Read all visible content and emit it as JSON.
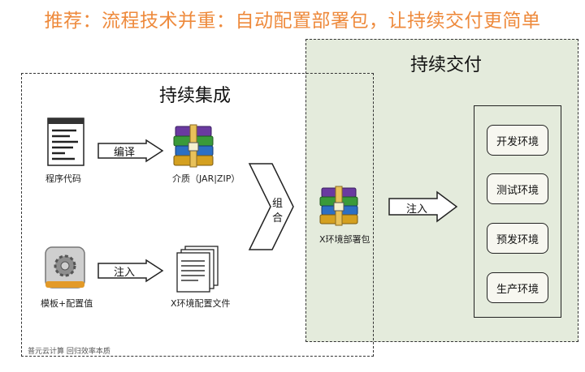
{
  "title": "推荐：流程技术并重：自动配置部署包，让持续交付更简单",
  "ci": {
    "label": "持续集成",
    "source_code_label": "程序代码",
    "compile_label": "编译",
    "artifact_label": "介质（JAR|ZIP）",
    "template_label": "模板+配置值",
    "inject_label": "注入",
    "config_file_label": "X环境配置文件",
    "combine_label_1": "组",
    "combine_label_2": "合"
  },
  "cd": {
    "label": "持续交付",
    "package_label": "X环境部署包",
    "inject_label": "注入",
    "environments": [
      "开发环境",
      "测试环境",
      "预发环境",
      "生产环境"
    ]
  },
  "footer": "普元云计算 回归效率本质",
  "colors": {
    "title": "#ee8a3c",
    "cd_background": "#e4ebdc"
  },
  "icons": [
    "source-file-icon",
    "archive-icon",
    "settings-app-icon",
    "document-stack-icon"
  ]
}
